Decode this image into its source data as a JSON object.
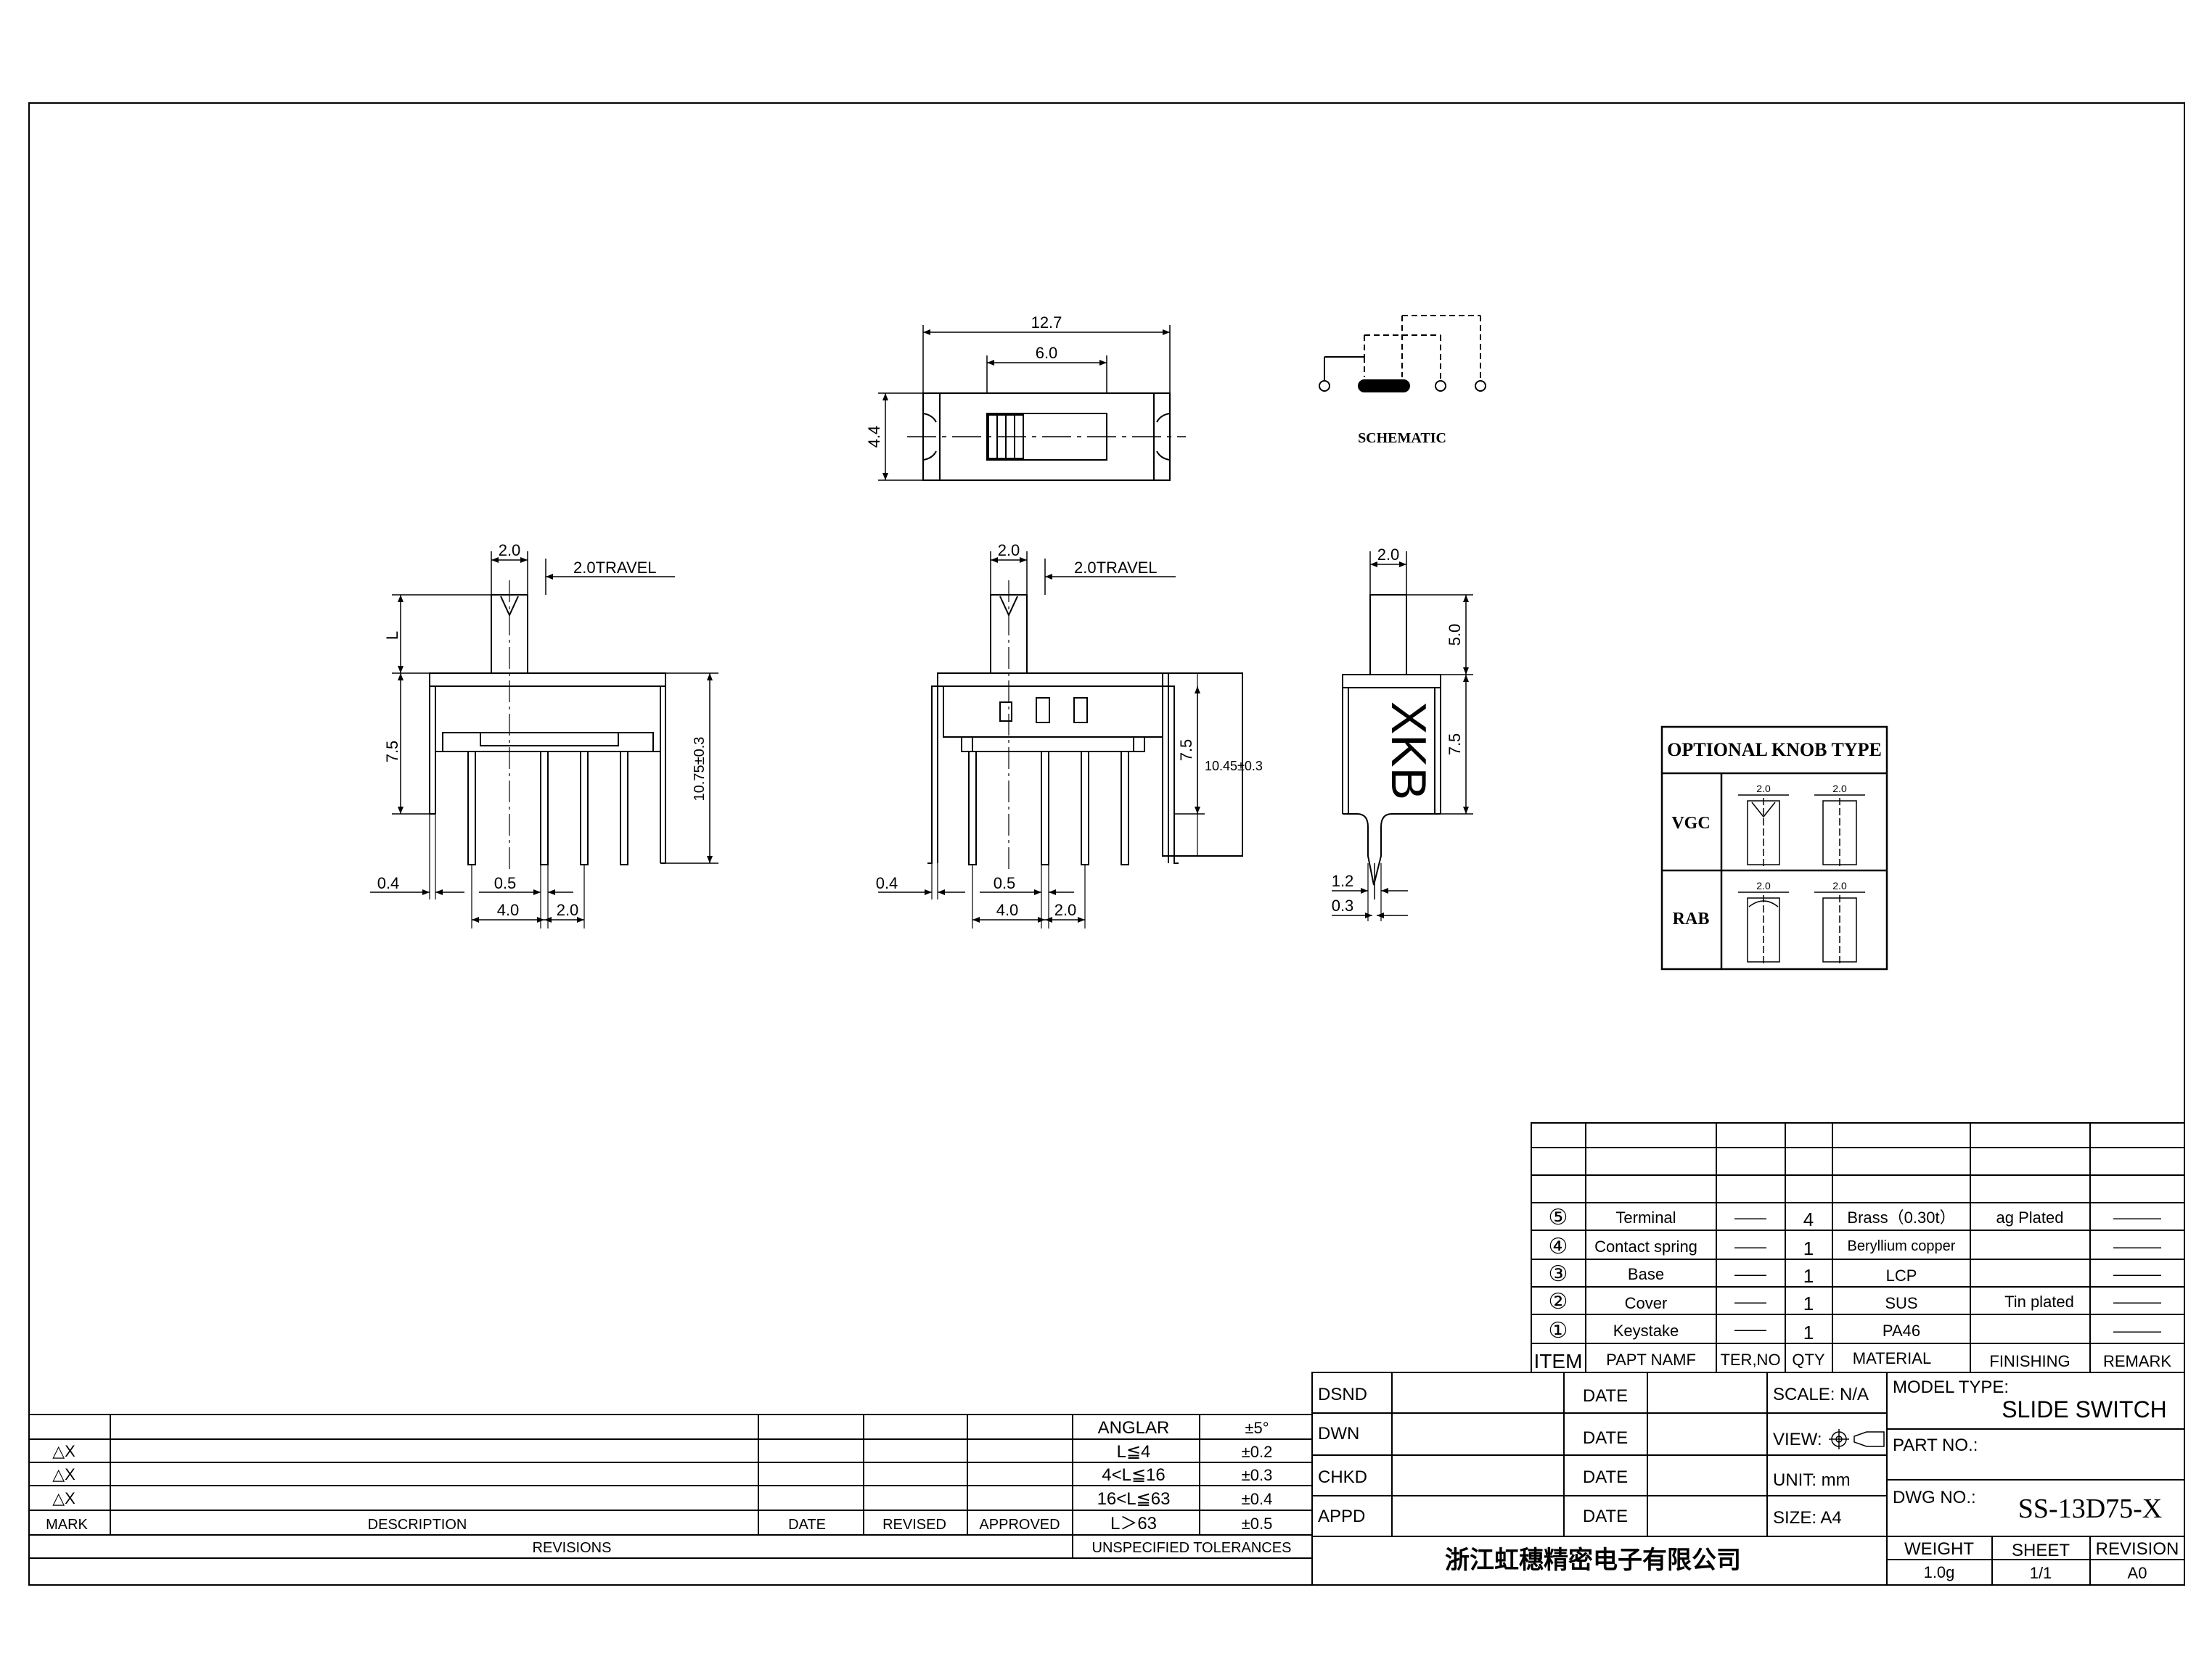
{
  "views": {
    "top": {
      "dim_width": "12.7",
      "dim_knob": "6.0",
      "dim_height": "4.4"
    },
    "schematic": {
      "label": "SCHEMATIC"
    },
    "front": {
      "dim_knob": "2.0",
      "travel": "2.0TRAVEL",
      "dim_L": "L",
      "dim_body": "7.5",
      "dim_total": "10.75±0.3",
      "dim_t": "0.4",
      "dim_pin": "0.5",
      "dim_pitch4": "4.0",
      "dim_pitch2": "2.0"
    },
    "middle": {
      "dim_knob": "2.0",
      "travel": "2.0TRAVEL",
      "dim_body": "7.5",
      "dim_total": "10.45±0.3",
      "dim_t": "0.4",
      "dim_pin": "0.5",
      "dim_pitch4": "4.0",
      "dim_pitch2": "2.0"
    },
    "side": {
      "dim_knob": "2.0",
      "dim_knob_h": "5.0",
      "dim_body": "7.5",
      "brand": "XKB",
      "dim_pin_w": "1.2",
      "dim_pin_t": "0.3"
    }
  },
  "knob_table": {
    "title": "OPTIONAL KNOB TYPE",
    "rows": [
      {
        "name": "VGC",
        "dim_a": "2.0",
        "dim_b": "2.0"
      },
      {
        "name": "RAB",
        "dim_a": "2.0",
        "dim_b": "2.0"
      }
    ]
  },
  "bom": {
    "headers": {
      "item": "ITEM",
      "part": "PAPT NAMF",
      "ter": "TER,NO",
      "qty": "QTY",
      "material": "MATERIAL",
      "finishing": "FINISHING",
      "remark": "REMARK"
    },
    "rows": [
      {
        "item": "⑤",
        "part": "Terminal",
        "ter": "——",
        "qty": "4",
        "material": "Brass（0.30t）",
        "finishing": "ag Plated",
        "remark": "———"
      },
      {
        "item": "④",
        "part": "Contact spring",
        "ter": "——",
        "qty": "1",
        "material": "Beryllium copper",
        "finishing": "",
        "remark": "———"
      },
      {
        "item": "③",
        "part": "Base",
        "ter": "——",
        "qty": "1",
        "material": "LCP",
        "finishing": "",
        "remark": "———"
      },
      {
        "item": "②",
        "part": "Cover",
        "ter": "——",
        "qty": "1",
        "material": "SUS",
        "finishing": "Tin plated",
        "remark": "———"
      },
      {
        "item": "①",
        "part": "Keystake",
        "ter": "——",
        "qty": "1",
        "material": "PA46",
        "finishing": "",
        "remark": "———"
      }
    ]
  },
  "revisions": {
    "marks": [
      "△X",
      "△X",
      "△X"
    ],
    "headers": {
      "mark": "MARK",
      "description": "DESCRIPTION",
      "date": "DATE",
      "revised": "REVISED",
      "approved": "APPROVED"
    },
    "footer": "REVISIONS"
  },
  "tolerances": {
    "rows": [
      {
        "range": "ANGLAR",
        "tol": "±5°"
      },
      {
        "range": "L≦4",
        "tol": "±0.2"
      },
      {
        "range": "4<L≦16",
        "tol": "±0.3"
      },
      {
        "range": "16<L≦63",
        "tol": "±0.4"
      },
      {
        "range": "L＞63",
        "tol": "±0.5"
      }
    ],
    "footer": "UNSPECIFIED TOLERANCES"
  },
  "title_block": {
    "signoffs": [
      "DSND",
      "DWN",
      "CHKD",
      "APPD"
    ],
    "date_label": "DATE",
    "scale": "SCALE: N/A",
    "view": "VIEW:",
    "unit": "UNIT: mm",
    "size": "SIZE: A4",
    "company": "浙江虹穗精密电子有限公司",
    "model_type_label": "MODEL TYPE:",
    "model_type": "SLIDE SWITCH",
    "part_no_label": "PART NO.:",
    "dwg_no_label": "DWG NO.:",
    "dwg_no": "SS-13D75-X",
    "weight_label": "WEIGHT",
    "weight": "1.0g",
    "sheet_label": "SHEET",
    "sheet": "1/1",
    "revision_label": "REVISION",
    "revision": "A0"
  }
}
